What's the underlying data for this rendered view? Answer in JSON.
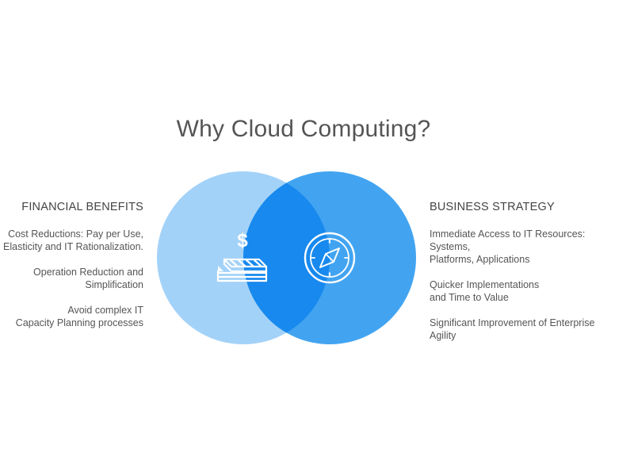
{
  "title": "Why Cloud Computing?",
  "colors": {
    "left_circle": "#a3d2f8",
    "right_circle": "#42a4f1",
    "overlap": "#1889ee",
    "icon": "#ffffff",
    "text": "#555555"
  },
  "left": {
    "heading": "FINANCIAL BENEFITS",
    "icon": "money-stack-icon",
    "items": [
      "Cost Reductions: Pay per Use,\nElasticity and IT Rationalization.",
      "Operation Reduction and\nSimplification",
      "Avoid complex IT\nCapacity Planning processes"
    ]
  },
  "right": {
    "heading": "BUSINESS STRATEGY",
    "icon": "compass-icon",
    "items": [
      "Immediate Access to IT Resources: Systems,\nPlatforms, Applications",
      "Quicker Implementations\nand Time to Value",
      "Significant Improvement of Enterprise\nAgility"
    ]
  }
}
